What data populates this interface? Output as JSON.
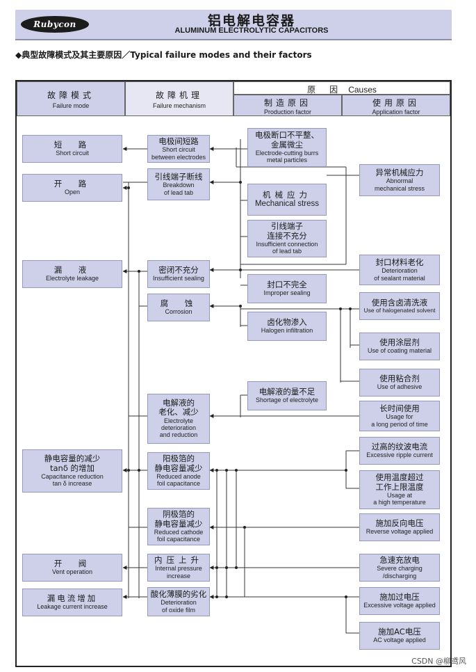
{
  "header": {
    "brand": "Rubycon",
    "title_zh": "铝电解电容器",
    "title_en": "ALUMINUM ELECTROLYTIC CAPACITORS"
  },
  "subtitle": "◆典型故障模式及其主要原因／Typical failure modes and their factors",
  "table_header": {
    "failure_mode": {
      "zh": "故障模式",
      "en": "Failure mode"
    },
    "failure_mechanism": {
      "zh": "故障机理",
      "en": "Failure mechanism"
    },
    "causes": {
      "zh": "原　因",
      "en": "Causes"
    },
    "production": {
      "zh": "制造原因",
      "en": "Production factor"
    },
    "application": {
      "zh": "使用原因",
      "en": "Application factor"
    }
  },
  "failure_modes": [
    {
      "zh": "短　路",
      "en": "Short circuit"
    },
    {
      "zh": "开　路",
      "en": "Open"
    },
    {
      "zh": "漏　液",
      "en": "Electrolyte leakage"
    },
    {
      "zh": "静电容量的减少\ntanδ 的增加",
      "en": "Capacitance reduction\ntan δ increase"
    },
    {
      "zh": "开　阀",
      "en": "Vent operation"
    },
    {
      "zh": "漏电流增加",
      "en": "Leakage current increase"
    }
  ],
  "mechanisms": [
    {
      "zh": "电极间短路",
      "en": "Short circuit\nbetween electrodes"
    },
    {
      "zh": "引线端子断线",
      "en": "Breakdown\nof lead tab"
    },
    {
      "zh": "密闭不充分",
      "en": "Insufficient sealing"
    },
    {
      "zh": "腐　蚀",
      "en": "Corrosion"
    },
    {
      "zh": "电解液的\n老化、减少",
      "en": "Electrolyte\ndeterioration\nand reduction"
    },
    {
      "zh": "阳极箔的\n静电容量减少",
      "en": "Reduced anode\nfoil capacitance"
    },
    {
      "zh": "阴极箔的\n静电容量减少",
      "en": "Reduced cathode\nfoil capacitance"
    },
    {
      "zh": "内压上升",
      "en": "Internal pressure\nincrease"
    },
    {
      "zh": "酸化薄膜的劣化",
      "en": "Deterioration\nof oxide film"
    }
  ],
  "production_factors": [
    {
      "zh": "电极断口不平整、\n金属微尘",
      "en": "Electrode-cutting burrs\nmetal particles"
    },
    {
      "zh": "机械应力",
      "en": "Mechanical stress"
    },
    {
      "zh": "引线端子\n连接不充分",
      "en": "Insufficient connection\nof lead tab"
    },
    {
      "zh": "封口不完全",
      "en": "Improper sealing"
    },
    {
      "zh": "卤化物渗入",
      "en": "Halogen infiltration"
    },
    {
      "zh": "电解液的量不足",
      "en": "Shortage of electrolyte"
    }
  ],
  "application_factors": [
    {
      "zh": "异常机械应力",
      "en": "Abnormal\nmechanical stress"
    },
    {
      "zh": "封口材料老化",
      "en": "Deterioration\nof sealant material"
    },
    {
      "zh": "使用含卤清洗液",
      "en": "Use of halogenated solvent"
    },
    {
      "zh": "使用涂层剂",
      "en": "Use of coating material"
    },
    {
      "zh": "使用粘合剂",
      "en": "Use of adhesive"
    },
    {
      "zh": "长时间使用",
      "en": "Usage for\na long period of time"
    },
    {
      "zh": "过高的纹波电流",
      "en": "Excessive ripple current"
    },
    {
      "zh": "使用温度超过\n工作上限温度",
      "en": "Usage at\na high temperature"
    },
    {
      "zh": "施加反向电压",
      "en": "Reverse voltage applied"
    },
    {
      "zh": "急速充放电",
      "en": "Severe charging\n/discharging"
    },
    {
      "zh": "施加过电压",
      "en": "Excessive voltage applied"
    },
    {
      "zh": "施加AC电压",
      "en": "AC voltage applied"
    }
  ],
  "footer": "CSDN @柳鸢风"
}
